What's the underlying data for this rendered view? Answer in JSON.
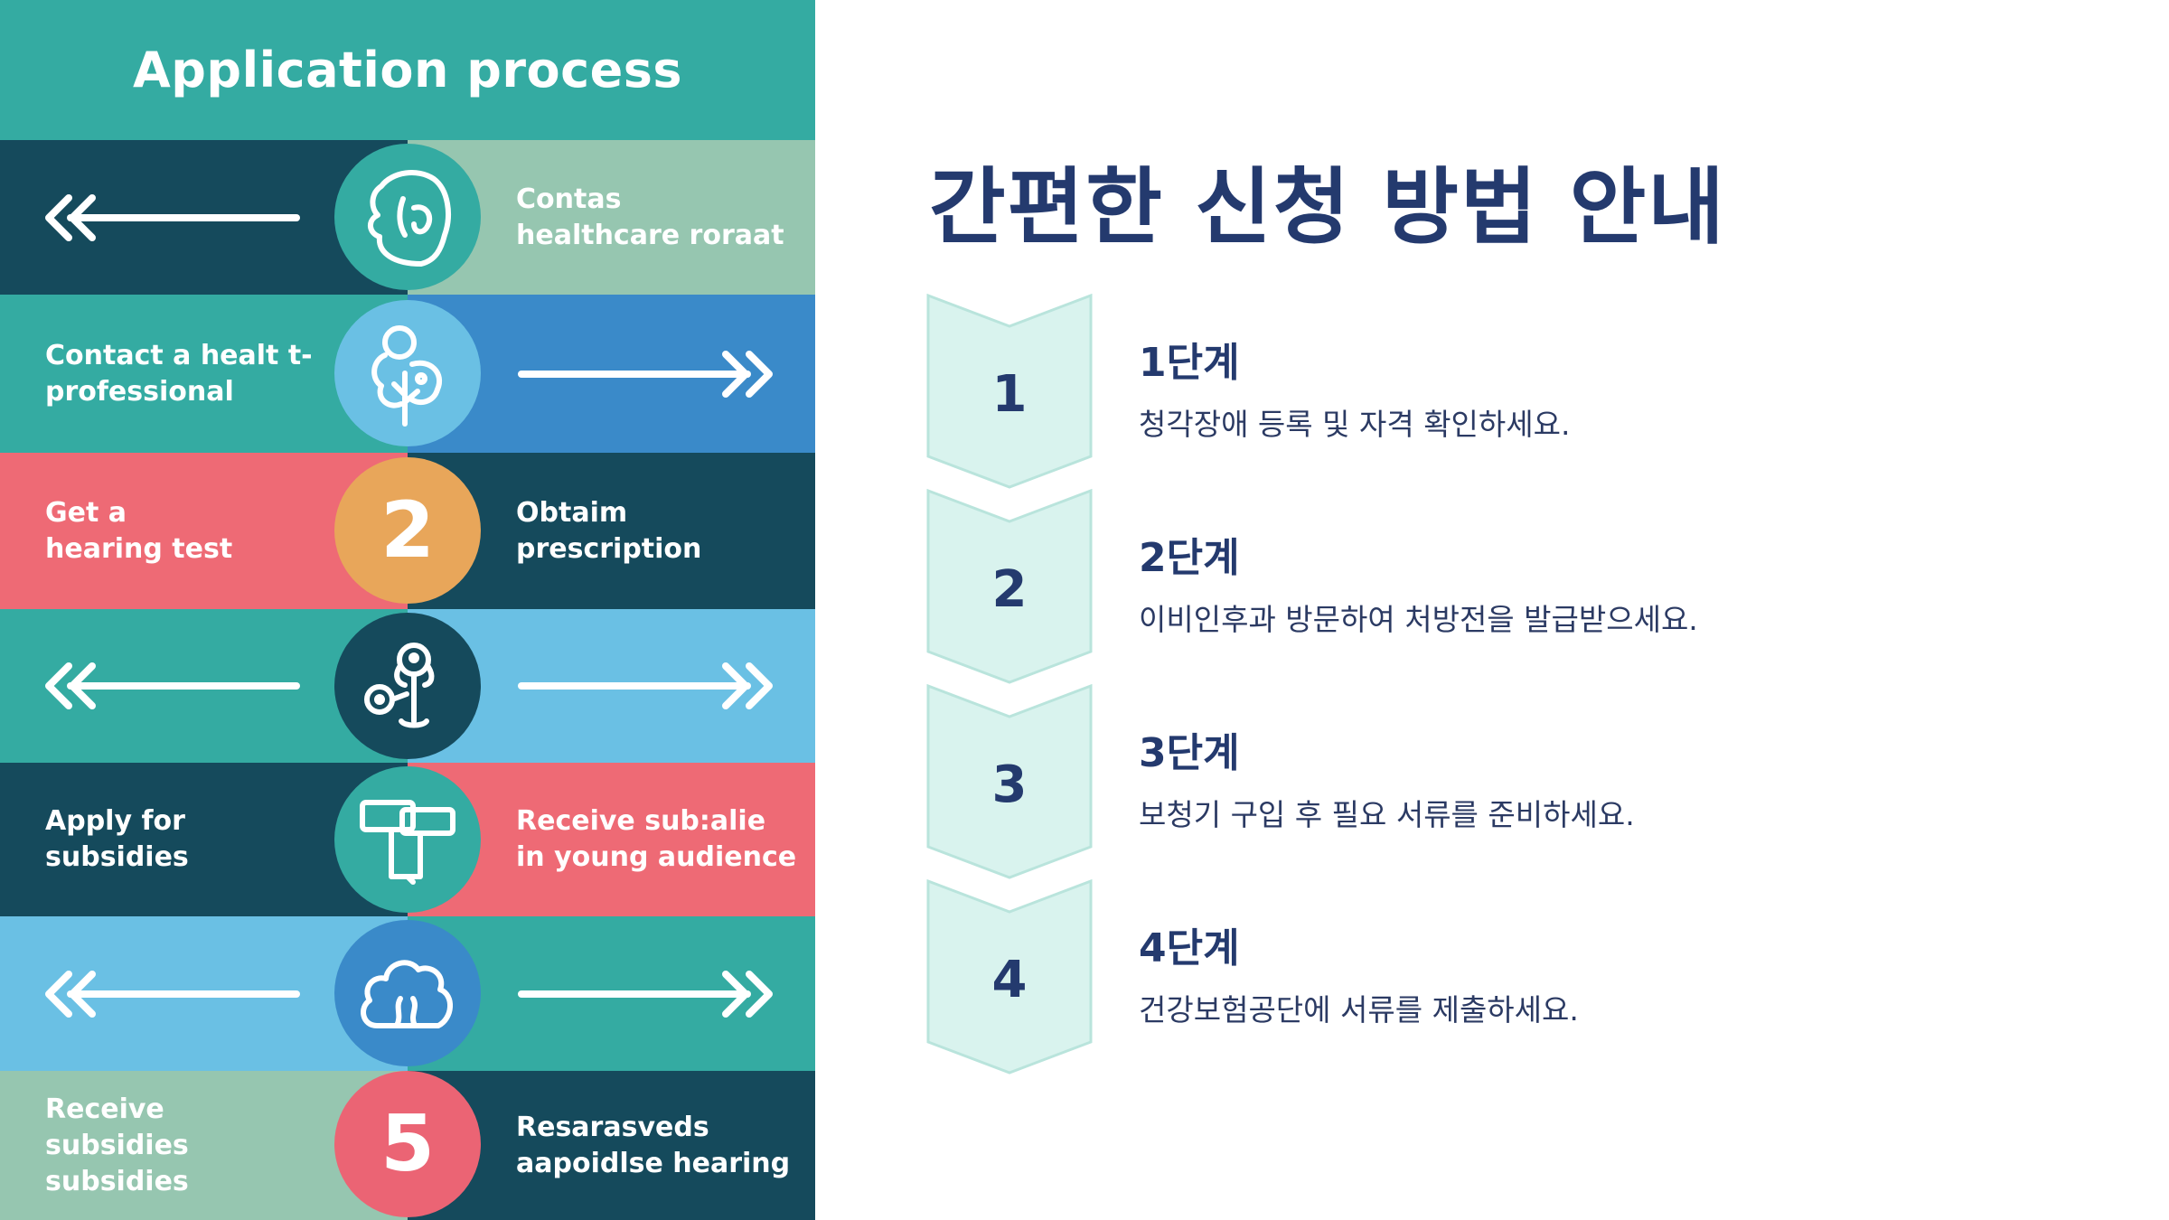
{
  "left": {
    "header_title": "Application process",
    "colors": {
      "teal": "#34aba2",
      "dark_teal": "#154a5c",
      "sage": "#96c6b0",
      "blue": "#3a8ac9",
      "light_blue": "#6ac0e4",
      "coral": "#ee6a75",
      "orange": "#e8a65a",
      "pink_circle": "#eb6474"
    },
    "rows": [
      {
        "left_text": "",
        "right_text": "Contas\nhealthcare roraat",
        "circle_icon": "head-ear-icon",
        "circle_num": ""
      },
      {
        "left_text": "Contact a healt t-\nprofessional",
        "right_text": "",
        "circle_icon": "tree-figure-icon",
        "circle_num": ""
      },
      {
        "left_text": "Get a\nhearing test",
        "right_text": "Obtaim\nprescription",
        "circle_icon": "",
        "circle_num": "2"
      },
      {
        "left_text": "",
        "right_text": "",
        "circle_icon": "tree-sign-icon",
        "circle_num": ""
      },
      {
        "left_text": "Apply for\nsubsidies",
        "right_text": "Receive sub:alie\nin young audience",
        "circle_icon": "document-icon",
        "circle_num": ""
      },
      {
        "left_text": "",
        "right_text": "",
        "circle_icon": "cloud-tree-icon",
        "circle_num": ""
      },
      {
        "left_text": "Receive subsidies\nsubsidies",
        "right_text": "Resarasveds\naapoidlse hearing",
        "circle_icon": "",
        "circle_num": "5"
      }
    ]
  },
  "right": {
    "title": "간편한 신청 방법 안내",
    "accent_color": "#243a6e",
    "chevron_fill": "#d9f3ee",
    "chevron_stroke": "#b9e4dc",
    "steps": [
      {
        "num": "1",
        "title": "1단계",
        "desc": "청각장애 등록 및 자격 확인하세요."
      },
      {
        "num": "2",
        "title": "2단계",
        "desc": "이비인후과 방문하여 처방전을 발급받으세요."
      },
      {
        "num": "3",
        "title": "3단계",
        "desc": "보청기 구입 후 필요 서류를 준비하세요."
      },
      {
        "num": "4",
        "title": "4단계",
        "desc": "건강보험공단에 서류를 제출하세요."
      }
    ]
  }
}
